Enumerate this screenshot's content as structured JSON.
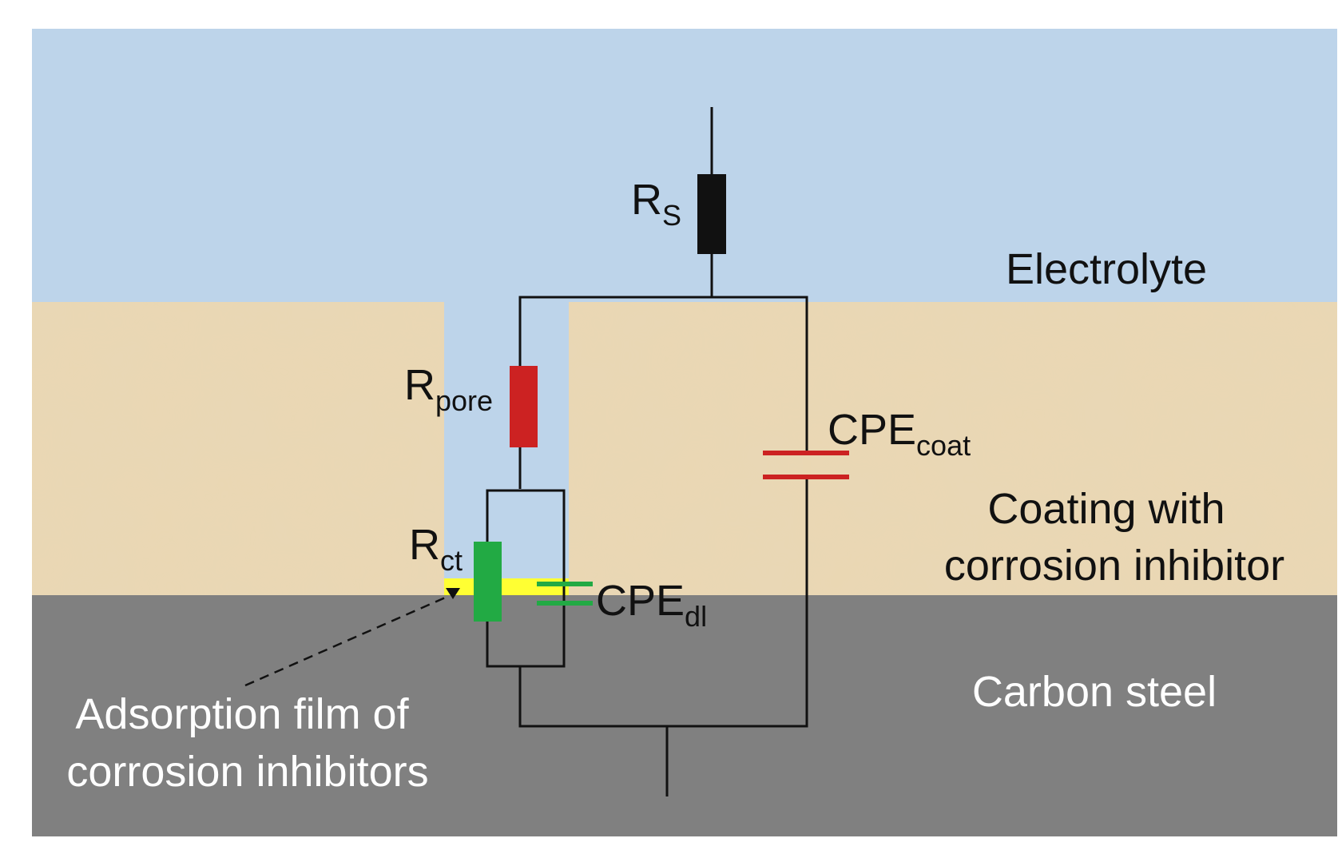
{
  "labels": {
    "rs_main": "R",
    "rs_sub": "S",
    "rpore_main": "R",
    "rpore_sub": "pore",
    "rct_main": "R",
    "rct_sub": "ct",
    "cpe_coat_main": "CPE",
    "cpe_coat_sub": "coat",
    "cpe_dl_main": "CPE",
    "cpe_dl_sub": "dl",
    "electrolyte": "Electrolyte",
    "coating_line1": "Coating with",
    "coating_line2": "corrosion inhibitor",
    "carbon_steel": "Carbon steel",
    "film_line1": "Adsorption film of",
    "film_line2": "corrosion inhibitors"
  },
  "colors": {
    "electrolyte": "#bdd4ea",
    "coating": "#ead7b3",
    "steel": "#808080",
    "film": "#ffff33",
    "wire": "#111111",
    "rs_resistor": "#111111",
    "rpore_resistor": "#cc2222",
    "rct_resistor": "#22aa44",
    "cpe_coat": "#cc2222",
    "cpe_dl": "#22aa44",
    "text_dark": "#111111",
    "text_light": "#ffffff"
  }
}
